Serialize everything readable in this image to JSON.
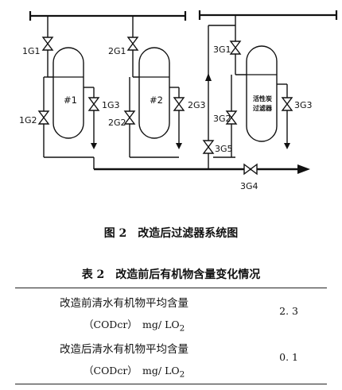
{
  "figure": {
    "caption": "图 2　改造后过滤器系统图",
    "filters": [
      {
        "id": "f1",
        "label": "#1"
      },
      {
        "id": "f2",
        "label": "#2"
      },
      {
        "id": "f3",
        "label_line1": "活性炭",
        "label_line2": "过滤器"
      }
    ],
    "valves": {
      "v1g1": "1G1",
      "v1g2": "1G2",
      "v1g3": "1G3",
      "v2g1": "2G1",
      "v2g2": "2G2",
      "v2g3": "2G3",
      "v3g1": "3G1",
      "v3g2": "3G2",
      "v3g3": "3G3",
      "v3g5": "3G5",
      "v3g4": "3G4"
    }
  },
  "table": {
    "caption": "表 2　改造前后有机物含量变化情况",
    "rows": [
      {
        "name": "改造前清水有机物平均含量",
        "unit_prefix": "（CODcr）　mg/ LO",
        "unit_sub": "2",
        "value": "2. 3"
      },
      {
        "name": "改造后清水有机物平均含量",
        "unit_prefix": "（CODcr）　mg/ LO",
        "unit_sub": "2",
        "value": "0. 1"
      }
    ]
  }
}
